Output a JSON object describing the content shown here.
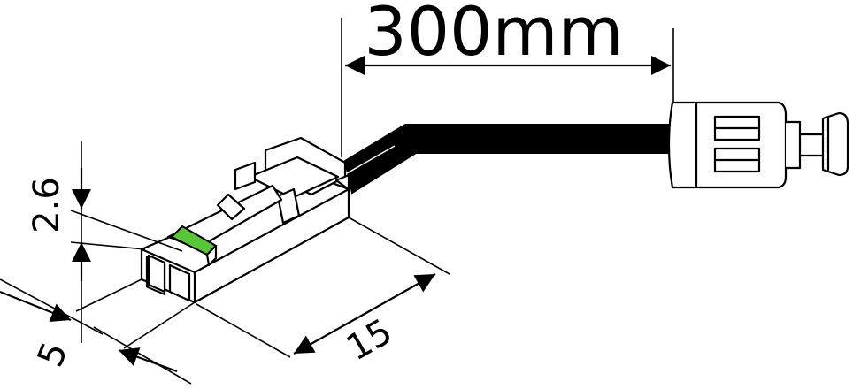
{
  "dimensions": {
    "cable_length": "300mm",
    "connector_length": "15",
    "connector_height": "2.6",
    "connector_width": "5"
  },
  "colors": {
    "line": "#000000",
    "background": "#ffffff",
    "latch": "#59c63a",
    "cable": "#000000"
  }
}
